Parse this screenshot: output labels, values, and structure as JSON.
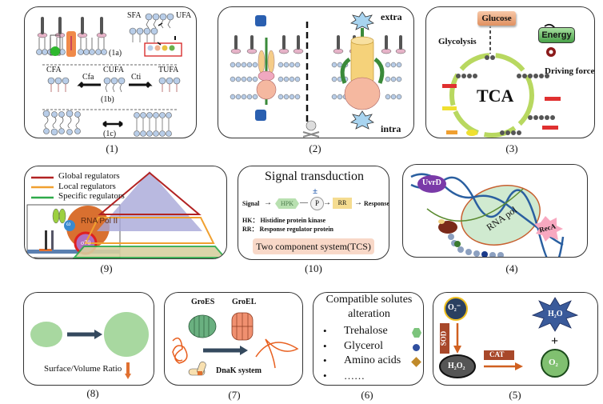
{
  "panels": {
    "p1": {
      "caption": "(1)",
      "sfa": "SFA",
      "ufa": "UFA",
      "sub_1a": "(1a)",
      "cfa": "CFA",
      "cfa_enzyme": "Cfa",
      "cufa": "CUFA",
      "cti_enzyme": "Cti",
      "tufa": "TUFA",
      "sub_1b": "(1b)",
      "sub_1c": "(1c)"
    },
    "p2": {
      "caption": "(2)",
      "extra": "extra",
      "intra": "intra"
    },
    "p3": {
      "caption": "(3)",
      "glucose": "Glucose",
      "glycolysis": "Glycolysis",
      "energy": "Energy",
      "driving_force": "Driving force",
      "tca": "TCA"
    },
    "p9": {
      "caption": "(9)",
      "legend": [
        {
          "label": "Global regulators",
          "color": "#b22222"
        },
        {
          "label": "Local  regulators",
          "color": "#f0a030"
        },
        {
          "label": "Specific regulators",
          "color": "#2eaa4a"
        }
      ],
      "rna_pol": "RNA Pol II",
      "omega": "ω",
      "sigma": "σ70"
    },
    "p10": {
      "caption": "(10)",
      "title": "Signal transduction",
      "signal": "Signal",
      "hpk": "HPK",
      "p": "P",
      "pm": "±",
      "rr": "RR",
      "response": "Response",
      "hk_def": "HK： Histidine protein kinase",
      "rr_def": "RR： Response regulator protein",
      "tcs": "Two component system(TCS)"
    },
    "p4": {
      "caption": "(4)",
      "uvrd": "UvrD",
      "rna_pol": "RNA pol",
      "reca": "RecA"
    },
    "p8": {
      "caption": "(8)",
      "ratio": "Surface/Volume Ratio"
    },
    "p7": {
      "caption": "(7)",
      "groes": "GroES",
      "groel": "GroEL",
      "dnak": "DnaK system"
    },
    "p6": {
      "caption": "(6)",
      "title_line1": "Compatible solutes",
      "title_line2": "alteration",
      "items": [
        {
          "label": "Trehalose",
          "icon": "hexagon-icon",
          "color": "#7cc47c"
        },
        {
          "label": "Glycerol",
          "icon": "circle-icon",
          "color": "#2f4f9f"
        },
        {
          "label": "Amino acids",
          "icon": "diamond-icon",
          "color": "#c08a2a"
        },
        {
          "label": "……",
          "icon": "",
          "color": ""
        }
      ],
      "bullet": "•"
    },
    "p5": {
      "caption": "(5)",
      "superoxide": "O₂⁻",
      "sod": "SOD",
      "h2o2": "H₂O₂",
      "cat": "CAT",
      "h2o": "H₂O",
      "plus": "+",
      "o2": "O₂"
    }
  }
}
